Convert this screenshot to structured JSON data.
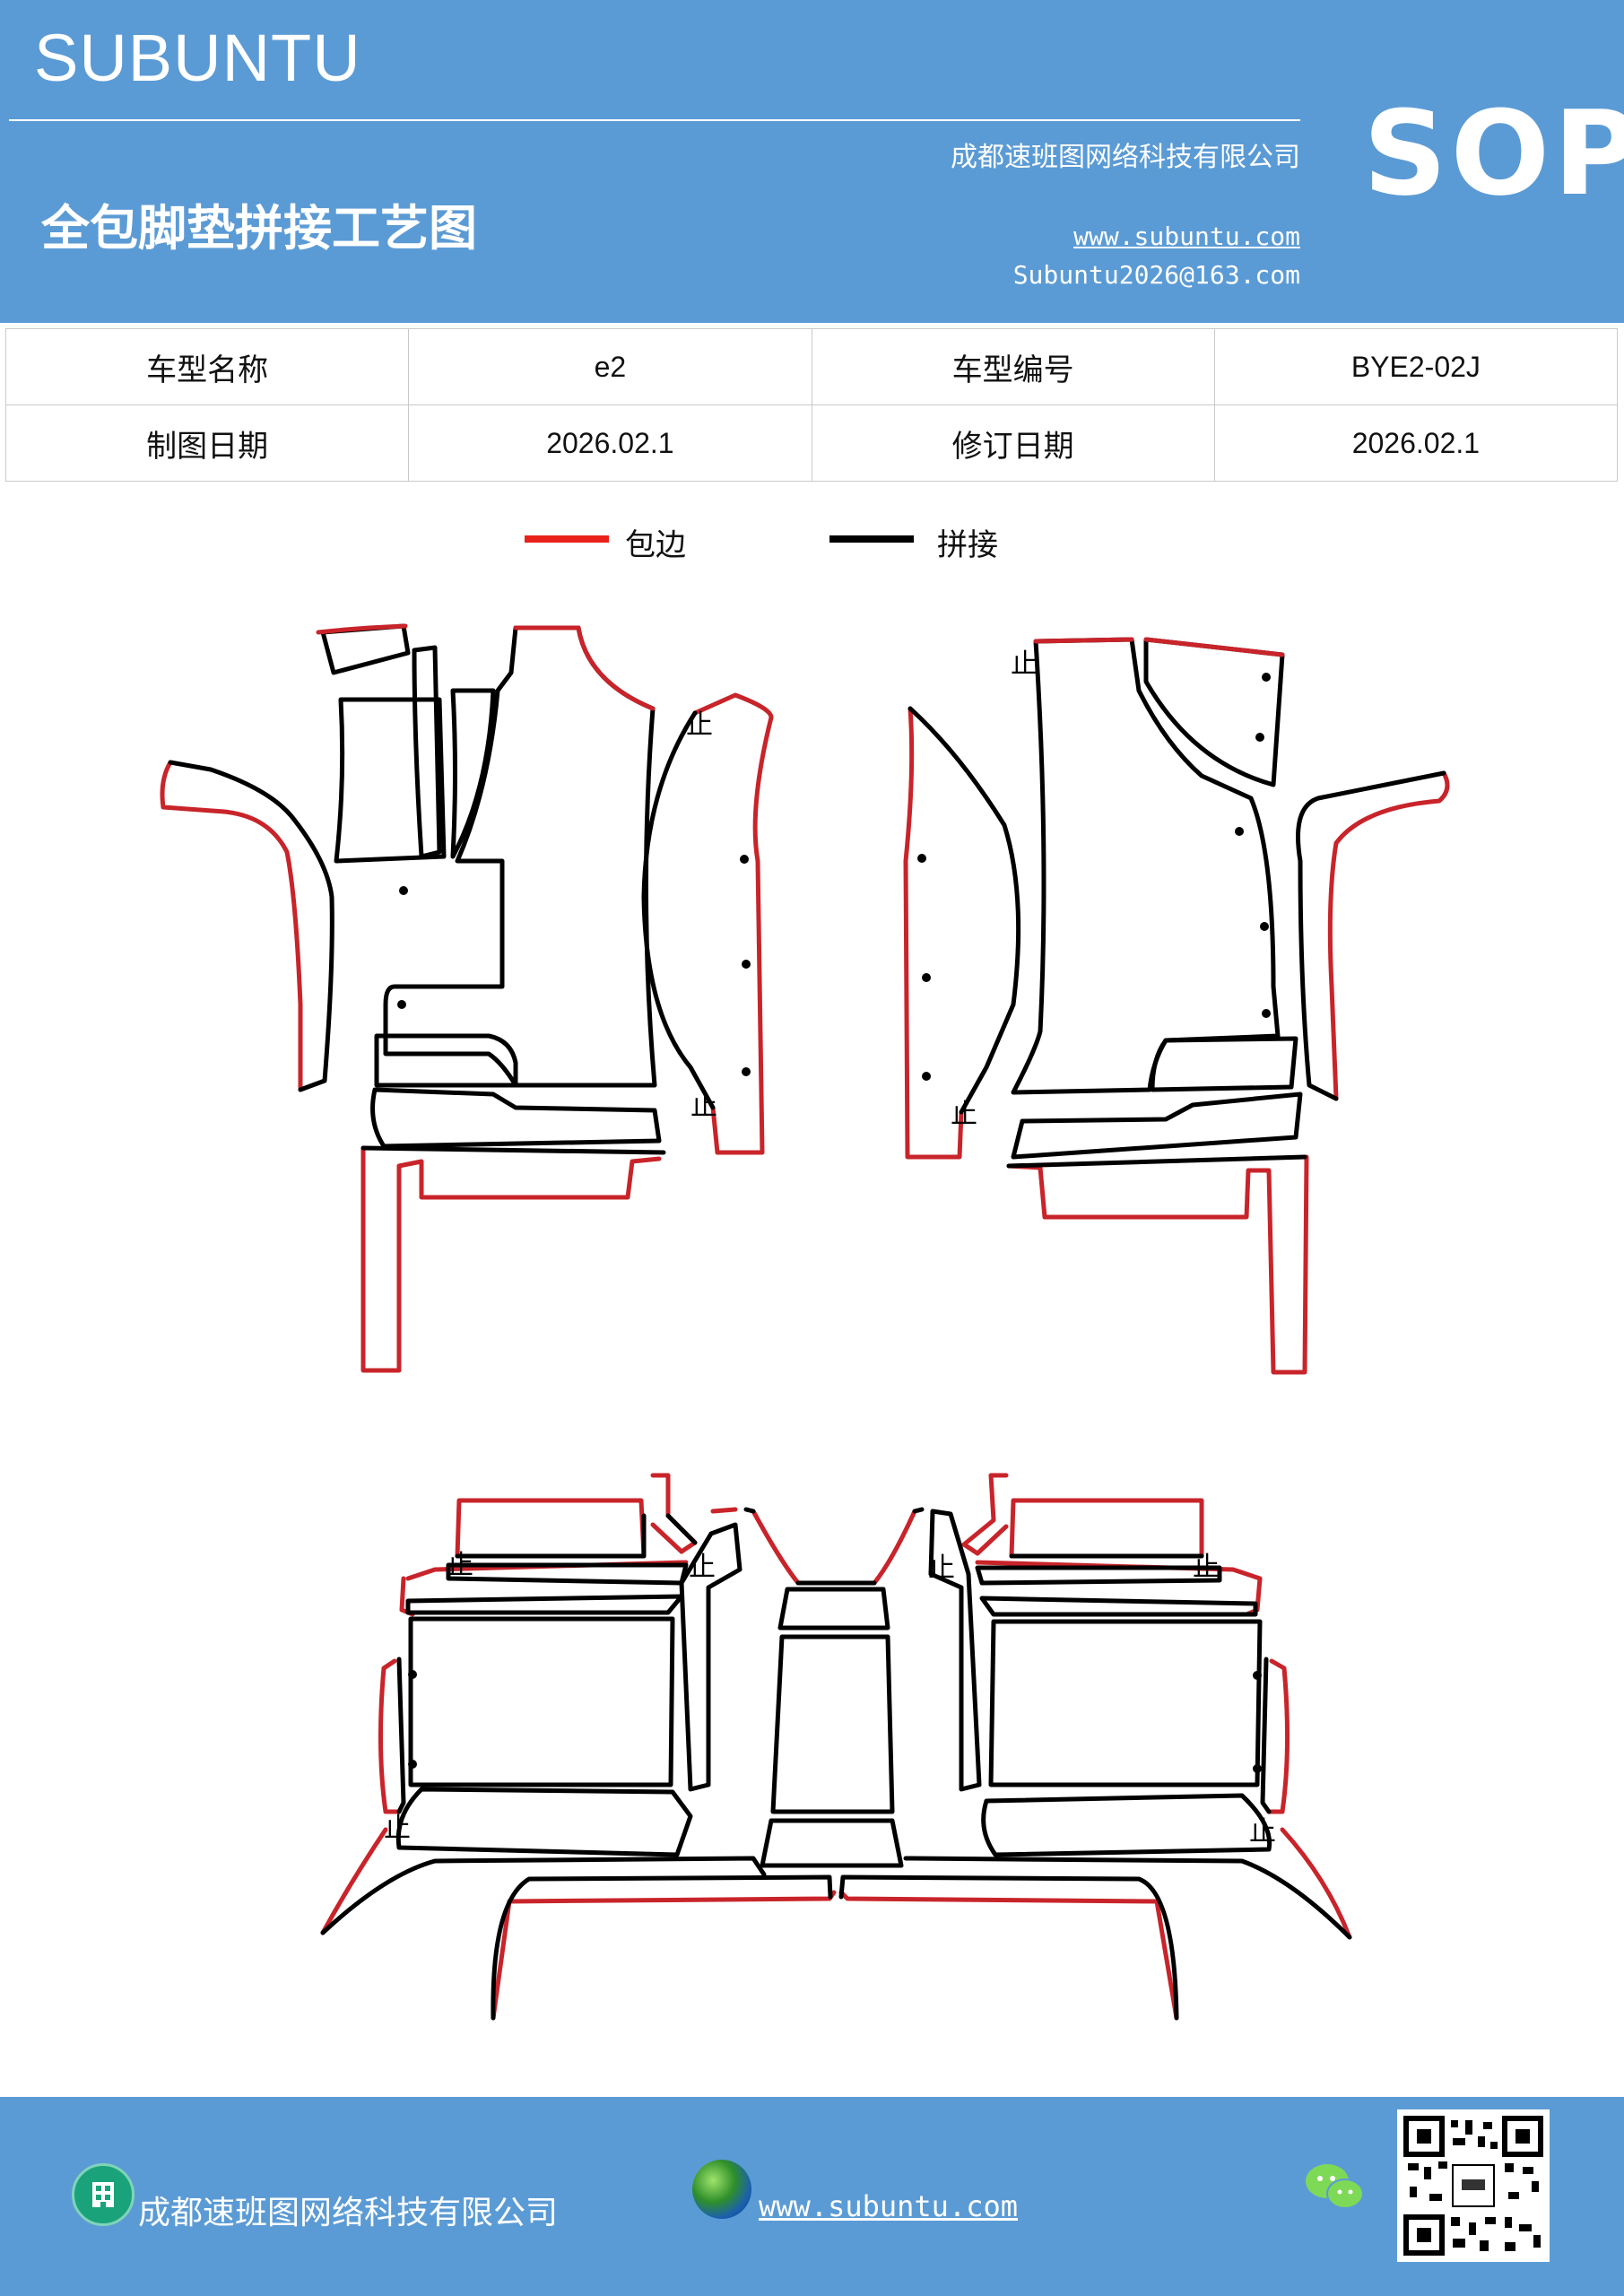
{
  "header": {
    "brand": "SUBUNTU",
    "company": "成都速班图网络科技有限公司",
    "title": "全包脚垫拼接工艺图",
    "website": "www.subuntu.com",
    "email": "Subuntu2026@163.com",
    "sop": "SOP",
    "color": "#5b9bd5"
  },
  "info": {
    "model_name_label": "车型名称",
    "model_name": "e2",
    "model_code_label": "车型编号",
    "model_code": "BYE2-02J",
    "draw_date_label": "制图日期",
    "draw_date": "2026.02.1",
    "revise_date_label": "修订日期",
    "revise_date": "2026.02.1"
  },
  "legend": {
    "edge_label": "包边",
    "edge_color": "#e8221a",
    "seam_label": "拼接",
    "seam_color": "#000000"
  },
  "drawing": {
    "stop_mark": "止"
  },
  "footer": {
    "company": "成都速班图网络科技有限公司",
    "website": "www.subuntu.com",
    "icons": [
      "building-icon",
      "globe-icon",
      "wechat-icon",
      "qr-code"
    ]
  }
}
